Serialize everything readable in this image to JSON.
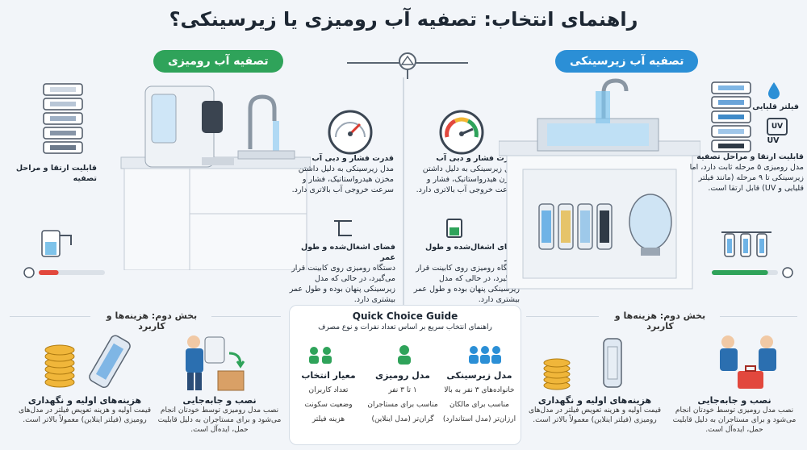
{
  "title": "راهنمای انتخاب: تصفیه آب رومیزی یا زیرسینکی؟",
  "countertop": {
    "label": "تصفیه آب رومیزی",
    "upgrade_title": "قابلیت ارتقا و مراحل تصفیه"
  },
  "undersink": {
    "label": "تصفیه آب زیرسینکی",
    "tags": [
      "فیلتر قلیایی",
      "UV"
    ],
    "upgrade_title": "قابلیت ارتقا و مراحل تصفیه",
    "upgrade_text": "مدل رومیزی ۵ مرحله ثابت دارد، اما زیرسینکی تا ۹ مرحله (مانند فیلتر قلیایی و UV) قابل ارتقا است."
  },
  "center": {
    "pressure_title": "قدرت فشار و دبی آب",
    "pressure_text": "مدل زیرسینکی به دلیل داشتن مخزن هیدرواستاتیک، فشار و سرعت خروجی آب بالاتری دارد.",
    "space_title": "فضای اشغال‌شده و طول عمر",
    "space_text": "دستگاه رومیزی روی کابینت قرار می‌گیرد، در حالی که مدل زیرسینکی پنهان بوده و طول عمر بیشتری دارد."
  },
  "part2_left": {
    "heading": "بخش دوم: هزینه‌ها و کاربرد",
    "cost_title": "هزینه‌های اولیه و نگهداری",
    "cost_text": "قیمت اولیه و هزینه تعویض فیلتر در مدل‌های رومیزی (فیلتر اینلاین) معمولاً بالاتر است.",
    "install_title": "نصب و جابه‌جایی",
    "install_text": "نصب مدل رومیزی توسط خودتان انجام می‌شود و برای مستاجران به دلیل قابلیت حمل، ایده‌آل است."
  },
  "part2_right": {
    "heading": "بخش دوم: هزینه‌ها و کاربرد",
    "cost_title": "هزینه‌های اولیه و نگهداری",
    "cost_text": "قیمت اولیه و هزینه تعویض فیلتر در مدل‌های رومیزی (فیلتر اینلاین) معمولاً بالاتر است.",
    "install_title": "نصب و جابه‌جایی",
    "install_text": "نصب مدل رومیزی توسط خودتان انجام می‌شود و برای مستاجران به دلیل قابلیت حمل، ایده‌آل است."
  },
  "guide": {
    "title": "Quick Choice Guide",
    "subtitle": "راهنمای انتخاب سریع بر اساس تعداد نفرات و نوع مصرف",
    "criteria_title": "معیار انتخاب",
    "criteria_items": [
      "تعداد کاربران",
      "وضعیت سکونت",
      "هزینه فیلتر"
    ],
    "countertop_title": "مدل رومیزی",
    "countertop_items": [
      "۱ تا ۳ نفر",
      "مناسب برای مستاجران",
      "گران‌تر (مدل اینلاین)"
    ],
    "undersink_title": "مدل زیرسینکی",
    "undersink_items": [
      "خانواده‌های ۳ نفر به بالا",
      "مناسب برای مالکان",
      "ارزان‌تر (مدل استاندارد)"
    ]
  },
  "colors": {
    "green": "#2fa35a",
    "blue": "#2b8fd6",
    "red": "#e2483d"
  },
  "progress": {
    "countertop_fill": 0.3,
    "undersink_fill": 0.85
  }
}
